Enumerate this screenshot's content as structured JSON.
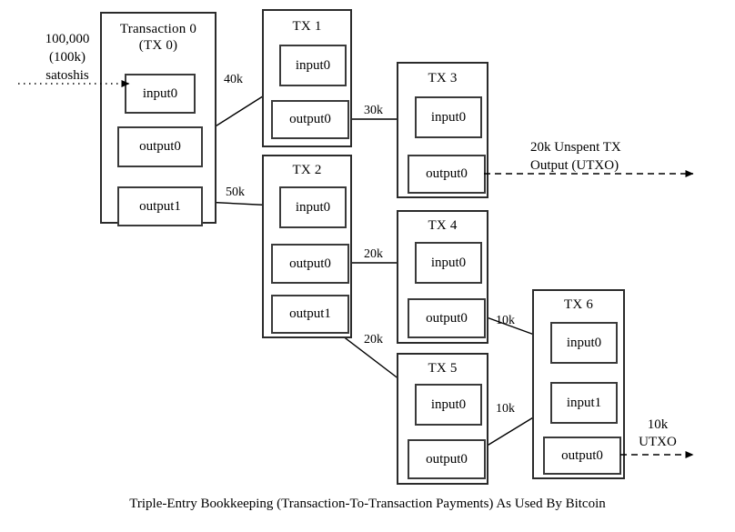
{
  "diagram": {
    "caption": "Triple-Entry Bookkeeping (Transaction-To-Transaction Payments) As Used By Bitcoin",
    "source_label": "100,000\n(100k)\nsatoshis",
    "transactions": [
      {
        "id": "tx0",
        "title": "Transaction 0\n(TX 0)",
        "slots": [
          {
            "name": "input0",
            "label": "input0"
          },
          {
            "name": "output0",
            "label": "output0"
          },
          {
            "name": "output1",
            "label": "output1"
          }
        ]
      },
      {
        "id": "tx1",
        "title": "TX 1",
        "slots": [
          {
            "name": "input0",
            "label": "input0"
          },
          {
            "name": "output0",
            "label": "output0"
          }
        ]
      },
      {
        "id": "tx2",
        "title": "TX 2",
        "slots": [
          {
            "name": "input0",
            "label": "input0"
          },
          {
            "name": "output0",
            "label": "output0"
          },
          {
            "name": "output1",
            "label": "output1"
          }
        ]
      },
      {
        "id": "tx3",
        "title": "TX 3",
        "slots": [
          {
            "name": "input0",
            "label": "input0"
          },
          {
            "name": "output0",
            "label": "output0"
          }
        ]
      },
      {
        "id": "tx4",
        "title": "TX 4",
        "slots": [
          {
            "name": "input0",
            "label": "input0"
          },
          {
            "name": "output0",
            "label": "output0"
          }
        ]
      },
      {
        "id": "tx5",
        "title": "TX 5",
        "slots": [
          {
            "name": "input0",
            "label": "input0"
          },
          {
            "name": "output0",
            "label": "output0"
          }
        ]
      },
      {
        "id": "tx6",
        "title": "TX 6",
        "slots": [
          {
            "name": "input0",
            "label": "input0"
          },
          {
            "name": "input1",
            "label": "input1"
          },
          {
            "name": "output0",
            "label": "output0"
          }
        ]
      }
    ],
    "flow_labels": {
      "tx0_out0_to_tx1": "40k",
      "tx0_out1_to_tx2": "50k",
      "tx1_out0_to_tx3": "30k",
      "tx2_out0_to_tx4": "20k",
      "tx2_out1_to_tx5": "20k",
      "tx4_out0_to_tx6": "10k",
      "tx5_out0_to_tx6": "10k"
    },
    "utxo_labels": {
      "tx3_output": "20k Unspent TX\nOutput (UTXO)",
      "tx6_output": "10k\nUTXO"
    },
    "colors": {
      "stroke": "#2b2b2b",
      "inner_stroke": "#3a3a3a",
      "background": "#ffffff",
      "text": "#000000"
    }
  }
}
